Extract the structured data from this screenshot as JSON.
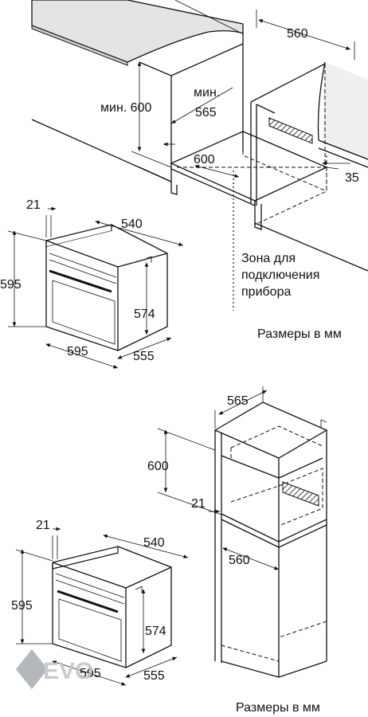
{
  "top_diagram": {
    "width_560": "560",
    "min_600": "мин. 600",
    "min_label": "мин.",
    "depth_565": "565",
    "inner_600": "600",
    "offset_35": "35",
    "zone_line1": "Зона для",
    "zone_line2": "подключения",
    "zone_line3": "прибора",
    "oven_21": "21",
    "oven_540": "540",
    "oven_595_h": "595",
    "oven_574": "574",
    "oven_595_w": "595",
    "oven_555": "555",
    "units": "Размеры в мм"
  },
  "bottom_diagram": {
    "depth_565": "565",
    "height_600": "600",
    "offset_21": "21",
    "width_560": "560",
    "oven_21": "21",
    "oven_540": "540",
    "oven_595_h": "595",
    "oven_574": "574",
    "oven_595_w": "595",
    "oven_555": "555",
    "units": "Размеры в мм"
  },
  "watermark": "EVO"
}
